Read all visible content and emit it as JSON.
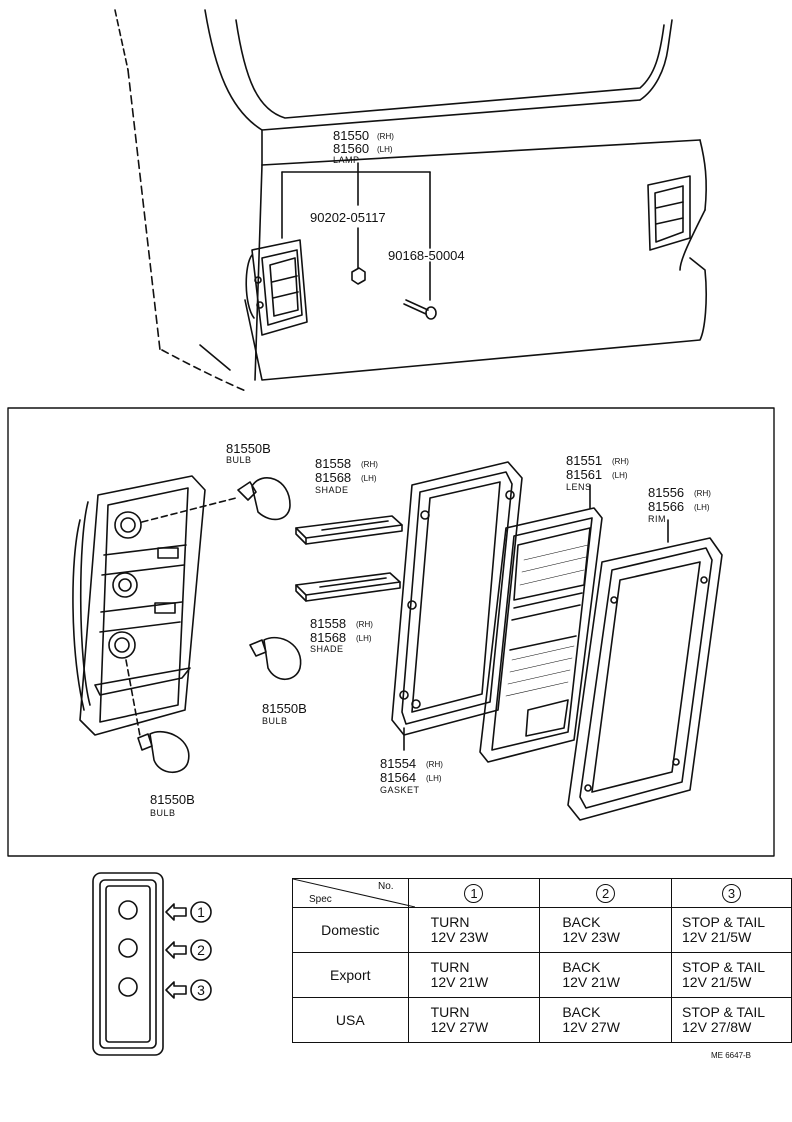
{
  "top_callouts": {
    "lamp_rh": "81550",
    "lamp_rh_tag": "(RH)",
    "lamp_lh": "81560",
    "lamp_lh_tag": "(LH)",
    "lamp_name": "LAMP",
    "nut": "90202-05117",
    "screw": "90168-50004"
  },
  "detail_callouts": {
    "bulb_top": "81550B",
    "bulb_top_name": "BULB",
    "shade_a1": "81558",
    "shade_a1_tag": "(RH)",
    "shade_a2": "81568",
    "shade_a2_tag": "(LH)",
    "shade_a_name": "SHADE",
    "shade_b1": "81558",
    "shade_b1_tag": "(RH)",
    "shade_b2": "81568",
    "shade_b2_tag": "(LH)",
    "shade_b_name": "SHADE",
    "bulb_mid": "81550B",
    "bulb_mid_name": "BULB",
    "bulb_low": "81550B",
    "bulb_low_name": "BULB",
    "gasket1": "81554",
    "gasket1_tag": "(RH)",
    "gasket2": "81564",
    "gasket2_tag": "(LH)",
    "gasket_name": "GASKET",
    "lens1": "81551",
    "lens1_tag": "(RH)",
    "lens2": "81561",
    "lens2_tag": "(LH)",
    "lens_name": "LENS",
    "rim1": "81556",
    "rim1_tag": "(RH)",
    "rim2": "81566",
    "rim2_tag": "(LH)",
    "rim_name": "RIM"
  },
  "bulb_positions": {
    "p1": "1",
    "p2": "2",
    "p3": "3"
  },
  "spec_table": {
    "corner_no": "No.",
    "corner_spec": "Spec",
    "columns": [
      "1",
      "2",
      "3"
    ],
    "rows": [
      {
        "name": "Domestic",
        "c1a": "TURN",
        "c1b": "12V 23W",
        "c2a": "BACK",
        "c2b": "12V 23W",
        "c3a": "STOP & TAIL",
        "c3b": "12V 21/5W"
      },
      {
        "name": "Export",
        "c1a": "TURN",
        "c1b": "12V 21W",
        "c2a": "BACK",
        "c2b": "12V 21W",
        "c3a": "STOP & TAIL",
        "c3b": "12V 21/5W"
      },
      {
        "name": "USA",
        "c1a": "TURN",
        "c1b": "12V 27W",
        "c2a": "BACK",
        "c2b": "12V 27W",
        "c3a": "STOP & TAIL",
        "c3b": "12V 27/8W"
      }
    ]
  },
  "diagram_code": "ME 6647-B"
}
